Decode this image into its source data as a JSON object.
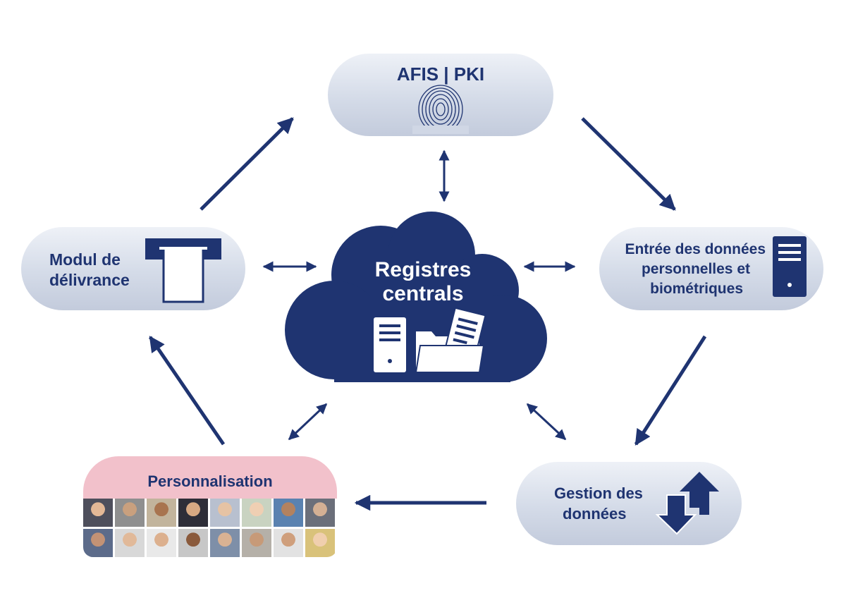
{
  "nodes": {
    "afis": "AFIS | PKI",
    "center_line1": "Registres",
    "center_line2": "centrals",
    "delivery_line1": "Modul de",
    "delivery_line2": "délivrance",
    "entry_line1": "Entrée des données",
    "entry_line2": "personnelles et",
    "entry_line3": "biométriques",
    "management_line1": "Gestion des",
    "management_line2": "données",
    "personalisation": "Personnalisation"
  },
  "icons": {
    "afis": "fingerprint-icon",
    "center": [
      "server-icon",
      "folder-document-icon"
    ],
    "delivery": "card-dispenser-icon",
    "entry": "server-tower-icon",
    "management": "up-down-arrows-icon"
  },
  "colors": {
    "primary": "#1f3471",
    "pill_gradient_top": "#eef1f7",
    "pill_gradient_bottom": "#c3cbdc",
    "personalisation_banner": "#f2c1cb"
  }
}
